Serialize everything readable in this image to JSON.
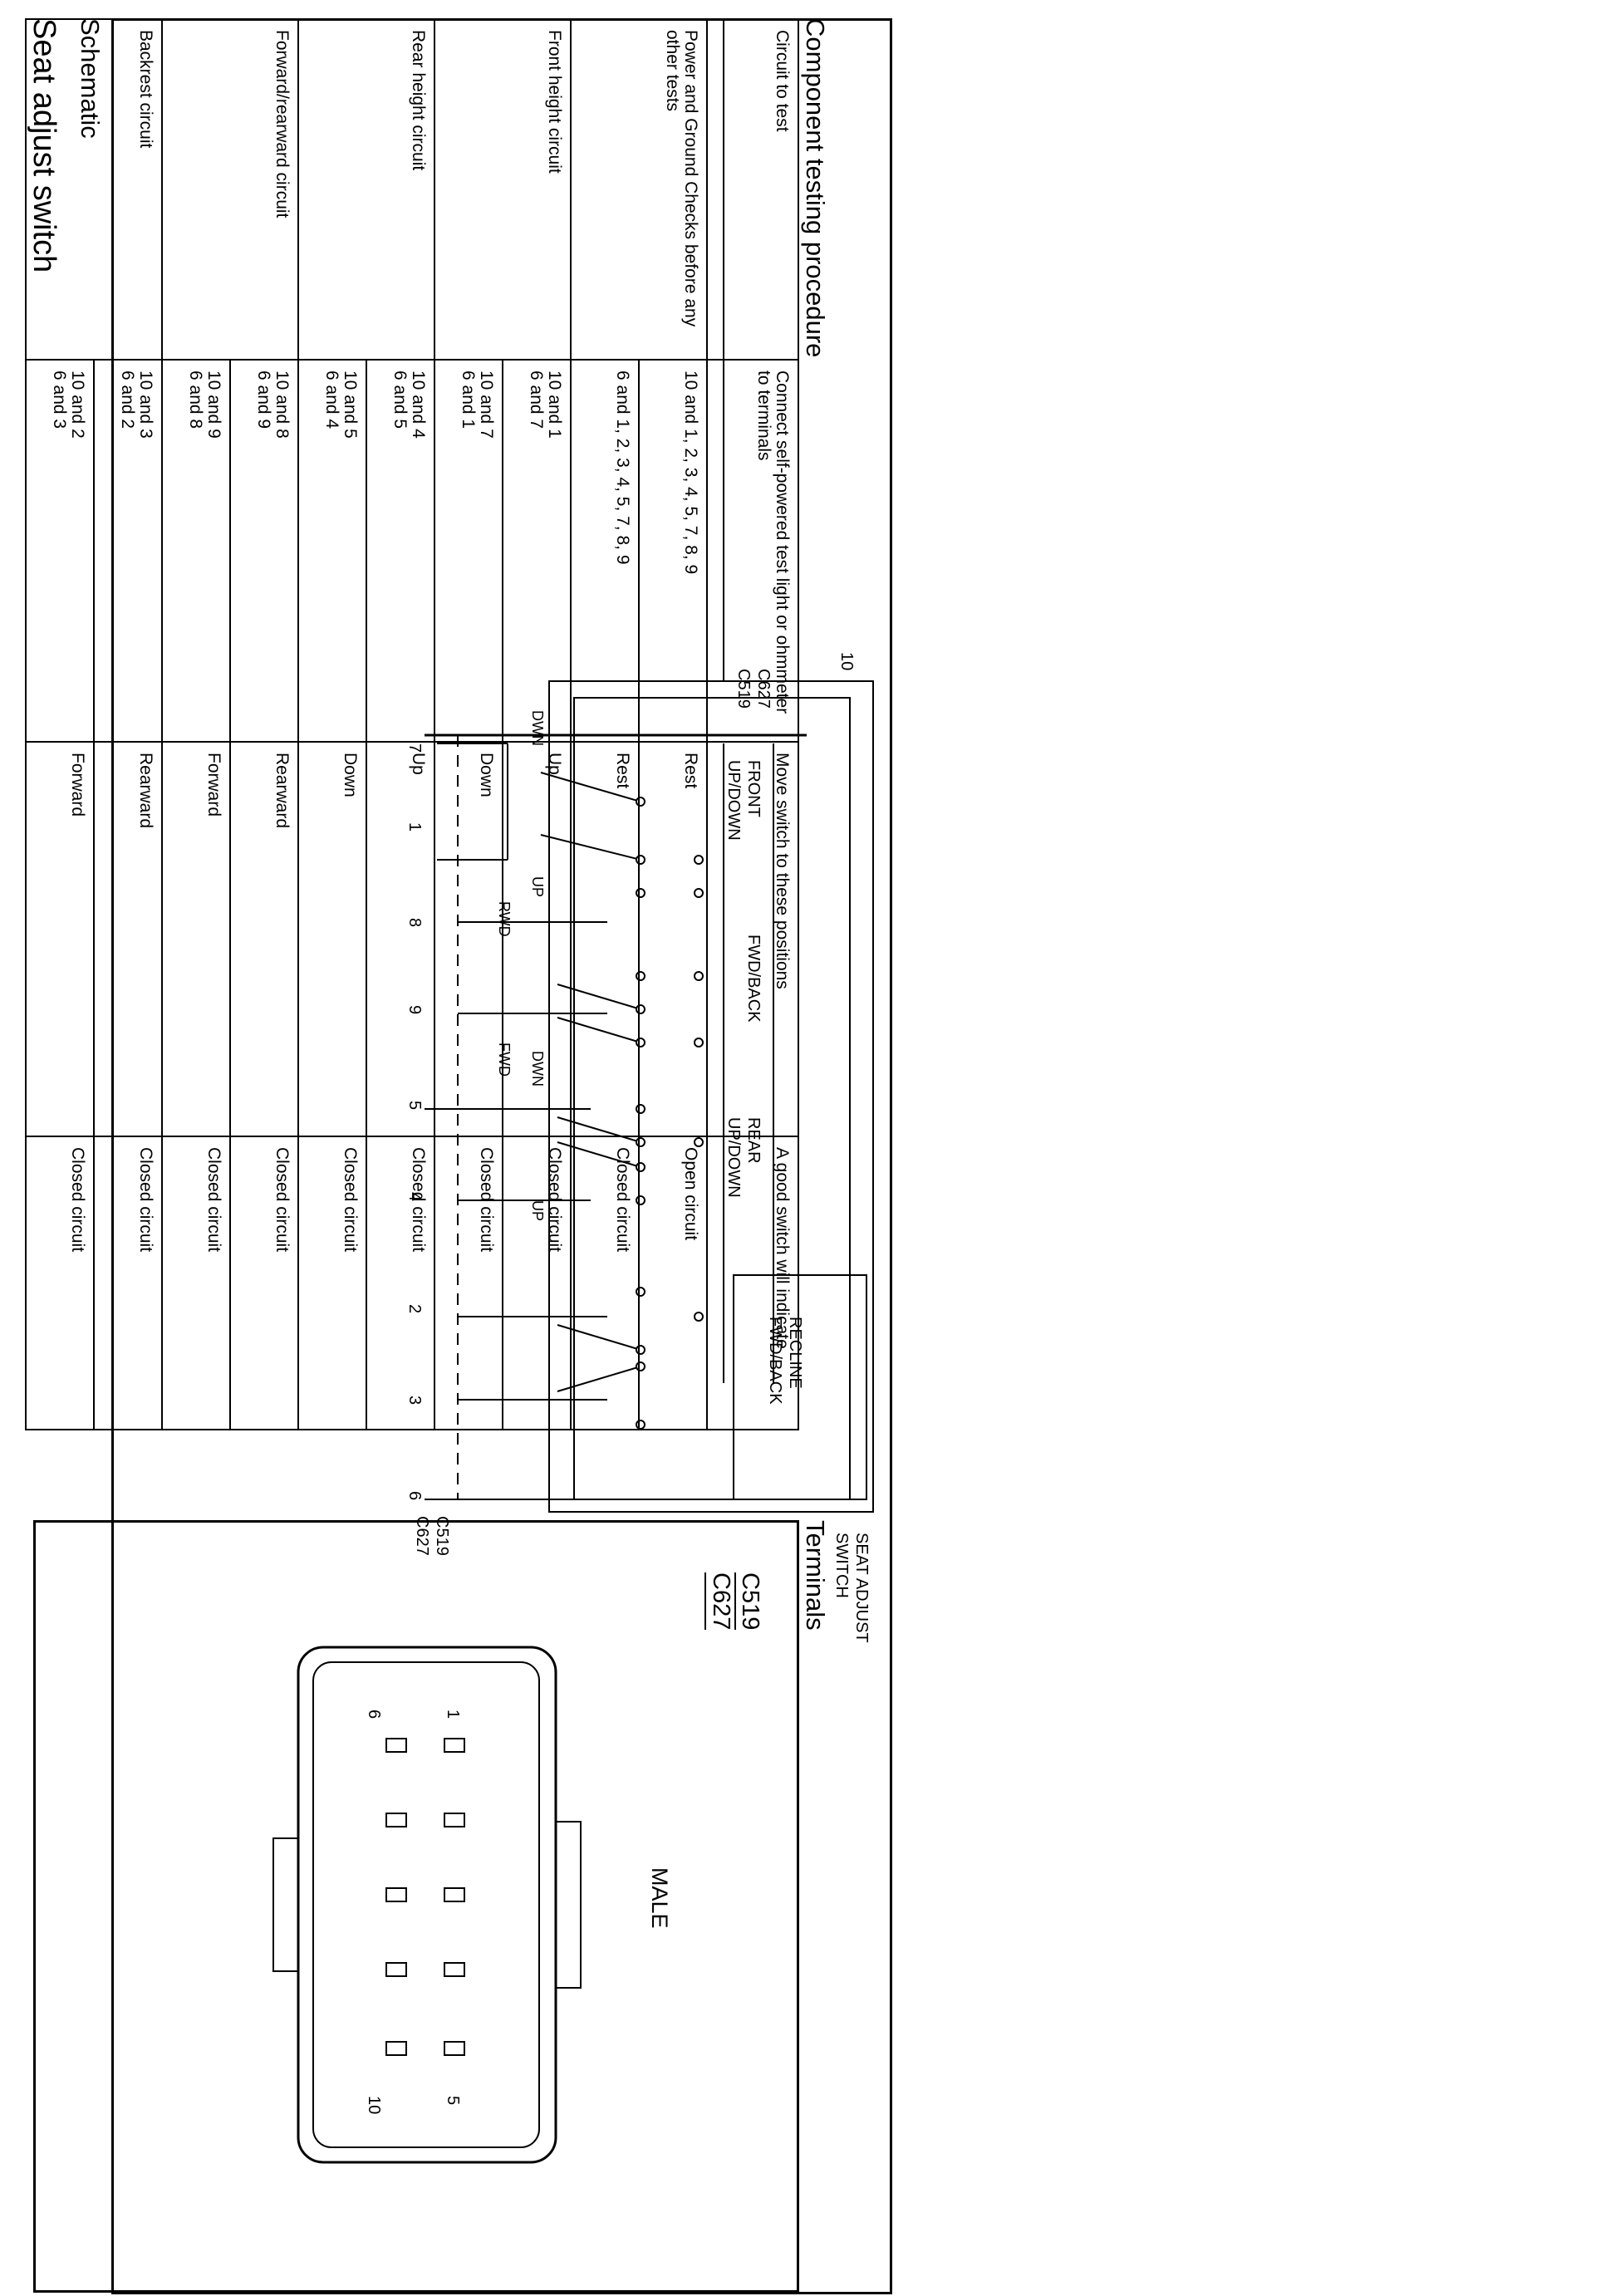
{
  "title": "Seat adjust switch",
  "schematic": {
    "heading": "Schematic",
    "connector_top": [
      "C627",
      "C519"
    ],
    "connector_bottom": [
      "C519",
      "C627"
    ],
    "component_label": [
      "SEAT ADJUST",
      "SWITCH"
    ],
    "pins": [
      "10",
      "7",
      "1",
      "8",
      "9",
      "5",
      "4",
      "2",
      "3",
      "6"
    ],
    "groups": {
      "front": [
        "FRONT",
        "UP/DOWN"
      ],
      "fwdback": [
        "FWD/BACK"
      ],
      "rear": [
        "REAR",
        "UP/DOWN"
      ],
      "recline": [
        "RECLINE",
        "FWD/BACK"
      ]
    },
    "labels": {
      "dwn": "DWN",
      "up": "UP",
      "rwd": "RWD",
      "fwd": "FWD"
    }
  },
  "procedure": {
    "heading": "Component testing procedure",
    "headers": [
      "Circuit to test",
      "Connect self-powered test light or ohmmeter to terminals",
      "Move switch to these positions",
      "A good switch will indicate"
    ],
    "rows": [
      {
        "circuit": "Power and Ground Checks before any other tests",
        "groups": [
          {
            "terminals": [
              "10 and 1, 2, 3, 4, 5, 7, 8, 9"
            ],
            "position": "Rest",
            "result": "Open circuit"
          },
          {
            "terminals": [
              "6 and 1, 2, 3, 4, 5, 7, 8, 9"
            ],
            "position": "Rest",
            "result": "Closed circuit"
          }
        ]
      },
      {
        "circuit": "Front height circuit",
        "groups": [
          {
            "terminals": [
              "10 and 1",
              "6 and 7"
            ],
            "position": "Up",
            "result": "Closed circuit"
          },
          {
            "terminals": [
              "10 and 7",
              "6 and 1"
            ],
            "position": "Down",
            "result": "Closed circuit"
          }
        ]
      },
      {
        "circuit": "Rear height circuit",
        "groups": [
          {
            "terminals": [
              "10 and 4",
              "6 and 5"
            ],
            "position": "Up",
            "result": "Closed circuit"
          },
          {
            "terminals": [
              "10 and 5",
              "6 and 4"
            ],
            "position": "Down",
            "result": "Closed circuit"
          }
        ]
      },
      {
        "circuit": "Forward/rearward circuit",
        "groups": [
          {
            "terminals": [
              "10 and 8",
              "6 and 9"
            ],
            "position": "Rearward",
            "result": "Closed circuit"
          },
          {
            "terminals": [
              "10 and 9",
              "6 and 8"
            ],
            "position": "Forward",
            "result": "Closed circuit"
          }
        ]
      },
      {
        "circuit": "Backrest circuit",
        "groups": [
          {
            "terminals": [
              "10 and 3",
              "6 and 2"
            ],
            "position": "Rearward",
            "result": "Closed circuit"
          },
          {
            "terminals": [
              "10 and 2",
              "6 and 3"
            ],
            "position": "Forward",
            "result": "Closed circuit"
          }
        ]
      }
    ]
  },
  "terminals": {
    "heading": "Terminals",
    "connectors": [
      "C519",
      "C627"
    ],
    "gender": "MALE",
    "pin_numbers": [
      "1",
      "6",
      "5",
      "10"
    ]
  }
}
